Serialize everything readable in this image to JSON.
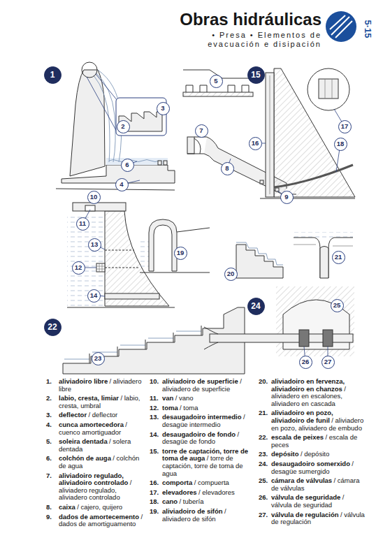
{
  "diagram": {
    "title": "Obras hidráulicas",
    "nodes": [
      {
        "text": [
          "1"
        ]
      },
      {
        "text": [
          "2"
        ]
      },
      {
        "text": [
          "3"
        ]
      },
      {
        "text": [
          "4"
        ]
      },
      {
        "text": [
          "5"
        ]
      },
      {
        "text": [
          "6"
        ]
      },
      {
        "text": [
          "7"
        ]
      },
      {
        "text": [
          "8"
        ]
      },
      {
        "text": [
          "9"
        ]
      },
      {
        "text": [
          "10"
        ]
      },
      {
        "text": [
          "11"
        ]
      },
      {
        "text": [
          "12"
        ]
      },
      {
        "text": [
          "13"
        ]
      },
      {
        "text": [
          "14"
        ]
      },
      {
        "text": [
          "15"
        ]
      },
      {
        "text": [
          "16"
        ]
      },
      {
        "text": [
          "17"
        ]
      },
      {
        "text": [
          "18"
        ]
      },
      {
        "text": [
          "19"
        ]
      },
      {
        "text": [
          "20"
        ]
      },
      {
        "text": [
          "21"
        ]
      },
      {
        "text": [
          "22"
        ]
      },
      {
        "text": [
          "23"
        ]
      },
      {
        "text": [
          "24"
        ]
      },
      {
        "text": [
          "25"
        ]
      },
      {
        "text": [
          "26"
        ]
      },
      {
        "text": [
          "27"
        ]
      }
    ],
    "labels": [
      "• Presa • Elementos de evacuación e disipación",
      "5·15",
      "1.",
      "aliviadoiro libre",
      "/ aliviadero libre",
      "2.",
      "labio, cresta, limiar",
      "/ labio, cresta, umbral",
      "3.",
      "deflector",
      "/ deflector",
      "4.",
      "cunca amortecedora",
      "/ cuenco amortiguador",
      "5.",
      "soleira dentada",
      "/ solera dentada",
      "6.",
      "colchón de auga",
      "/ colchón de agua",
      "7.",
      "aliviadoiro regulado, aliviadoiro controlado",
      "/ aliviadero regulado, aliviadero controlado",
      "8.",
      "caixa",
      "/ cajero, quijero",
      "9.",
      "dados de amortecemento",
      "/ dados de amortiguamento",
      "10.",
      "aliviadoiro de superficie",
      "/ aliviadero de superficie",
      "11.",
      "van",
      "/ vano",
      "12.",
      "toma",
      "/ toma",
      "13.",
      "desaugadoiro intermedio",
      "/ desagüe intermedio",
      "14.",
      "desaugadoiro de fondo",
      "/ desagüe de fondo",
      "15.",
      "torre de captación, torre de toma de auga",
      "/ torre de captación, torre de toma de agua",
      "16.",
      "comporta",
      "/ compuerta",
      "17.",
      "elevadores",
      "/ elevadores",
      "18.",
      "cano",
      "/ tubería",
      "19.",
      "aliviadoiro de sifón",
      "/ aliviadero de sifón",
      "20.",
      "aliviadoiro en fervenza, aliviadoiro en chanzos",
      "/ aliviadero en escalones, aliviadero en cascada",
      "21.",
      "aliviadoiro en pozo, aliviadoiro de funil",
      "/ aliviadero en pozo, aliviadero de embudo",
      "22.",
      "escala de peixes",
      "/ escala de peces",
      "23.",
      "depósito",
      "/ depósito",
      "24.",
      "desaugadoiro somerxido",
      "/ desagüe sumergido",
      "25.",
      "cámara de válvulas",
      "/ cámara de válvulas",
      "26.",
      "válvula de seguridade",
      "/ válvula de seguridad",
      "27.",
      "válvula de regulación",
      "/ válvula de regulación"
    ]
  }
}
